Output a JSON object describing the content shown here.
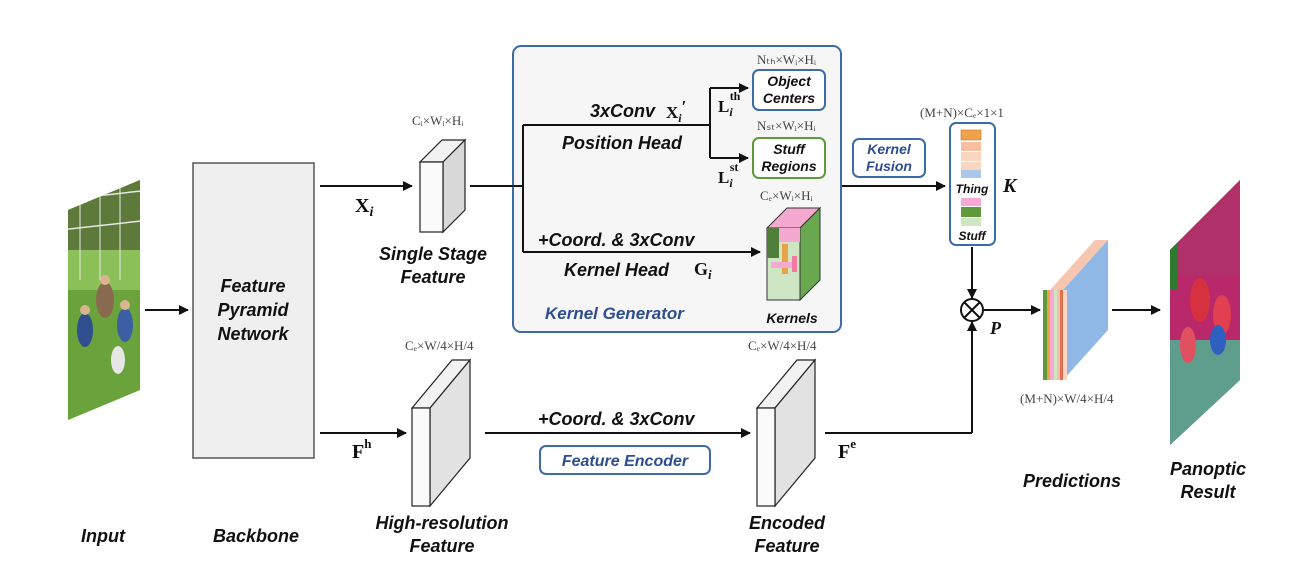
{
  "labels": {
    "input": "Input",
    "backbone": "Backbone",
    "fpn_line1": "Feature",
    "fpn_line2": "Pyramid",
    "fpn_line3": "Network",
    "single_stage_line1": "Single Stage",
    "single_stage_line2": "Feature",
    "high_res_line1": "High-resolution",
    "high_res_line2": "Feature",
    "encoded_line1": "Encoded",
    "encoded_line2": "Feature",
    "three_conv": "3xConv",
    "position_head": "Position Head",
    "coord_conv_kernel": "+Coord. & 3xConv",
    "kernel_head": "Kernel Head",
    "kernel_generator": "Kernel Generator",
    "kernels": "Kernels",
    "object_centers_line1": "Object",
    "object_centers_line2": "Centers",
    "stuff_regions_line1": "Stuff",
    "stuff_regions_line2": "Regions",
    "kernel_fusion_line1": "Kernel",
    "kernel_fusion_line2": "Fusion",
    "thing": "Thing",
    "stuff": "Stuff",
    "coord_conv_encoder": "+Coord. & 3xConv",
    "feature_encoder": "Feature Encoder",
    "predictions": "Predictions",
    "panoptic_line1": "Panoptic",
    "panoptic_line2": "Result"
  },
  "symbols": {
    "x_i": "X",
    "x_i_sub": "i",
    "x_i_prime": "X",
    "x_i_prime_sub": "i",
    "x_i_prime_mark": "′",
    "l_th": "L",
    "l_th_sub": "i",
    "l_th_sup": "th",
    "l_st": "L",
    "l_st_sub": "i",
    "l_st_sup": "st",
    "g_i": "G",
    "g_i_sub": "i",
    "f_h": "F",
    "f_h_sup": "h",
    "f_e": "F",
    "f_e_sup": "e",
    "k": "K",
    "p": "P",
    "otimes": "⊗"
  },
  "dims": {
    "single_stage": "Cᵢ×Wᵢ×Hᵢ",
    "object_centers": "Nₜₕ×Wᵢ×Hᵢ",
    "stuff_regions": "Nₛₜ×Wᵢ×Hᵢ",
    "kernels": "Cₑ×Wᵢ×Hᵢ",
    "fused_kernel": "(M+N)×Cₑ×1×1",
    "high_res": "Cₑ×W/4×H/4",
    "encoded": "Cₑ×W/4×H/4",
    "predictions": "(M+N)×W/4×H/4"
  },
  "colors": {
    "kernel_generator_border": "#3d6aa8",
    "object_centers_border": "#3d6aa8",
    "stuff_regions_border": "#5e9a3a",
    "kernel_fusion_border": "#3d6aa8",
    "thing_kernel_1": "#f0a24a",
    "thing_kernel_2": "#f6bfa2",
    "thing_kernel_3": "#f8d6c2",
    "thing_kernel_4": "#a9c8ea",
    "stuff_kernel_1": "#f7a9d2",
    "stuff_kernel_2": "#5e9a3a",
    "stuff_kernel_3": "#cfe6c5"
  }
}
